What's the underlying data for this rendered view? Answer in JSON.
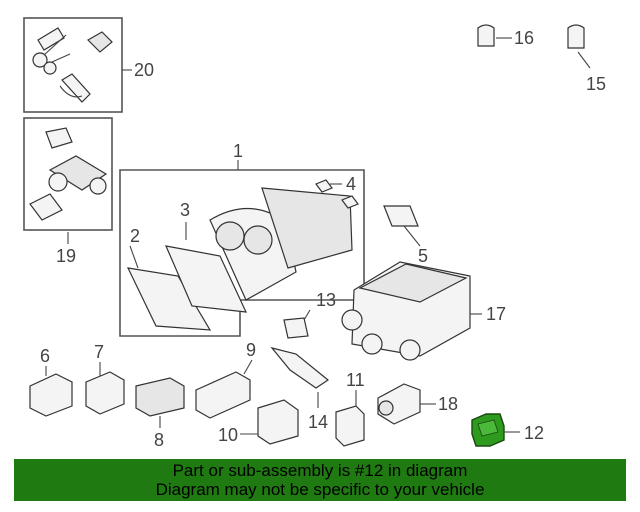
{
  "diagram": {
    "callouts": {
      "c1": "1",
      "c2": "2",
      "c3": "3",
      "c4": "4",
      "c5": "5",
      "c6": "6",
      "c7": "7",
      "c8": "8",
      "c9": "9",
      "c10": "10",
      "c11": "11",
      "c12": "12",
      "c13": "13",
      "c14": "14",
      "c15": "15",
      "c16": "16",
      "c17": "17",
      "c18": "18",
      "c19": "19",
      "c20": "20"
    },
    "highlight_color": "#2e9a1e"
  },
  "banner": {
    "line1": "Part or sub-assembly is #12 in diagram",
    "line2": "Diagram may not be specific to your vehicle",
    "color": "#1f7a12"
  }
}
